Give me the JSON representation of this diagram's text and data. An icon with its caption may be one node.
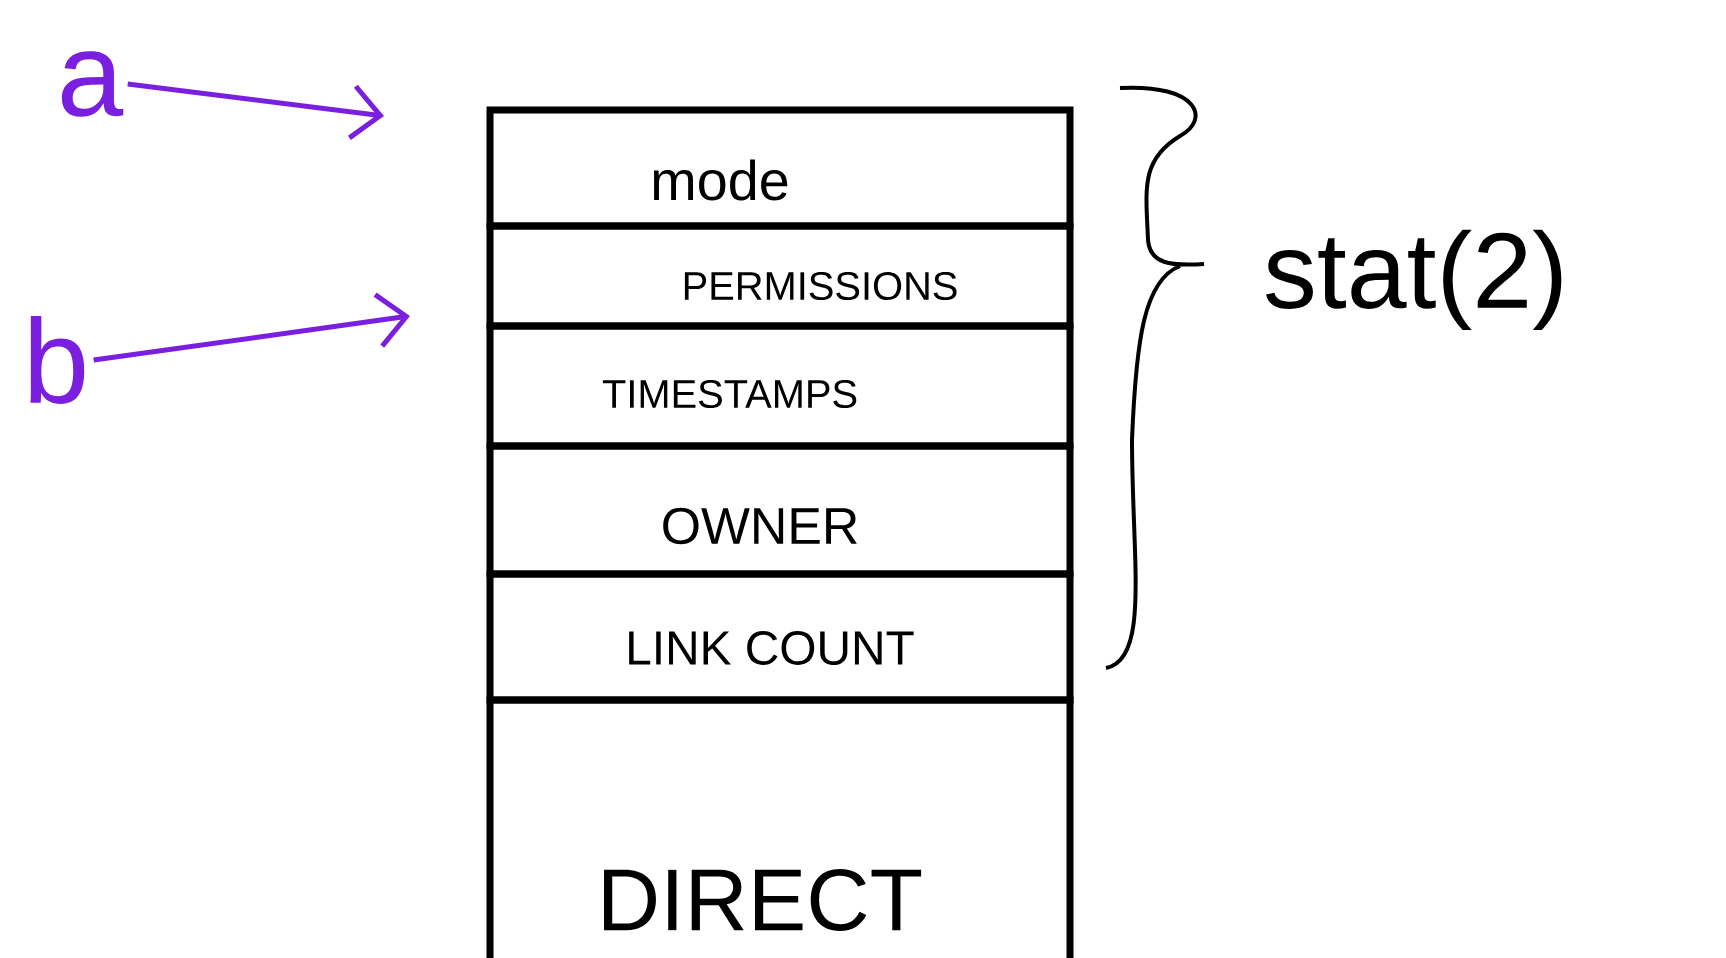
{
  "diagram": {
    "nodes": [
      {
        "text": [
          "a"
        ]
      },
      {
        "text": [
          "b"
        ]
      },
      {
        "text": [
          "mode"
        ]
      },
      {
        "text": [
          "PERMISSIONS"
        ]
      },
      {
        "text": [
          "TIMESTAMPS"
        ]
      },
      {
        "text": [
          "OWNER"
        ]
      },
      {
        "text": [
          "LINK COUNT"
        ]
      },
      {
        "text": [
          "DIRECT"
        ]
      }
    ],
    "edges": [
      {
        "from": 0,
        "to": null,
        "arrow": "to",
        "color": "#7a1fe0"
      },
      {
        "from": 1,
        "to": null,
        "arrow": "to",
        "color": "#7a1fe0"
      }
    ],
    "labels": [
      "stat(2)"
    ]
  }
}
